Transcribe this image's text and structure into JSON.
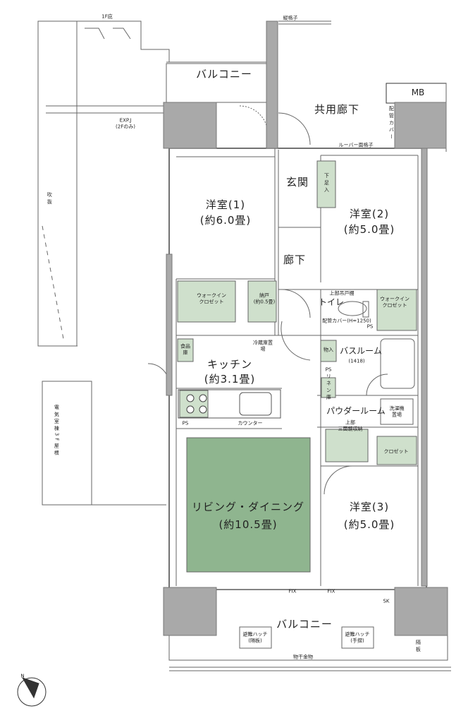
{
  "rooms": {
    "balcony_top": "バルコニー",
    "hall_common": "共用廊下",
    "entrance": "玄関",
    "western1_name": "洋室(1)",
    "western1_size": "(約6.0畳)",
    "western2_name": "洋室(2)",
    "western2_size": "(約5.0畳)",
    "corridor": "廊下",
    "toilet": "トイレ",
    "walkin1_a": "ウォークイン",
    "walkin1_b": "クロゼット",
    "storage_a": "納戸",
    "storage_b": "(約0.5畳)",
    "walkin2_a": "ウォークイン",
    "walkin2_b": "クロゼット",
    "pantry": "食品庫",
    "fridge": "冷蔵庫置場",
    "kitchen_name": "キッチン",
    "kitchen_size": "(約3.1畳)",
    "bath": "バスルーム",
    "bath_size": "(1418)",
    "storage_in": "物入",
    "linen": "リネン庫",
    "powder": "パウダールーム",
    "washer": "洗濯機置場",
    "mirror_a": "上部",
    "mirror_b": "三面鏡収納",
    "closet3": "クロゼット",
    "living_name": "リビング・ダイニング",
    "living_size": "(約10.5畳)",
    "western3_name": "洋室(3)",
    "western3_size": "(約5.0畳)",
    "balcony_bottom": "バルコニー",
    "hatch_left_a": "避難ハッチ",
    "hatch_left_b": "(隔板)",
    "hatch_right_a": "避難ハッチ",
    "hatch_right_b": "(手摺)",
    "clothes_dry": "物干金物",
    "partition": "隔板"
  },
  "fixtures": {
    "mb": "MB",
    "ps1": "PS",
    "ps2": "PS",
    "ps3": "PS",
    "sk": "SK",
    "counter": "カウンター",
    "fix1": "FIX",
    "fix2": "FIX",
    "shoe": "下足入",
    "upper_cab": "上部吊戸棚",
    "louver": "ルーバー面格子",
    "rail": "縦格子",
    "pipe": "配管カバー",
    "pipe2": "配管カバー(H=1250)"
  },
  "exterior": {
    "first_floor_roof": "1F庇",
    "expj_a": "EXP.J",
    "expj_b": "(2Fのみ)",
    "void": "吹抜",
    "elec_room": "電気室棟3F屋根"
  },
  "compass": {
    "north": "N"
  },
  "colors": {
    "wall": "#a9a9a9",
    "living": "#8fb58f",
    "closet": "#cfe0cc",
    "line": "#555555"
  }
}
